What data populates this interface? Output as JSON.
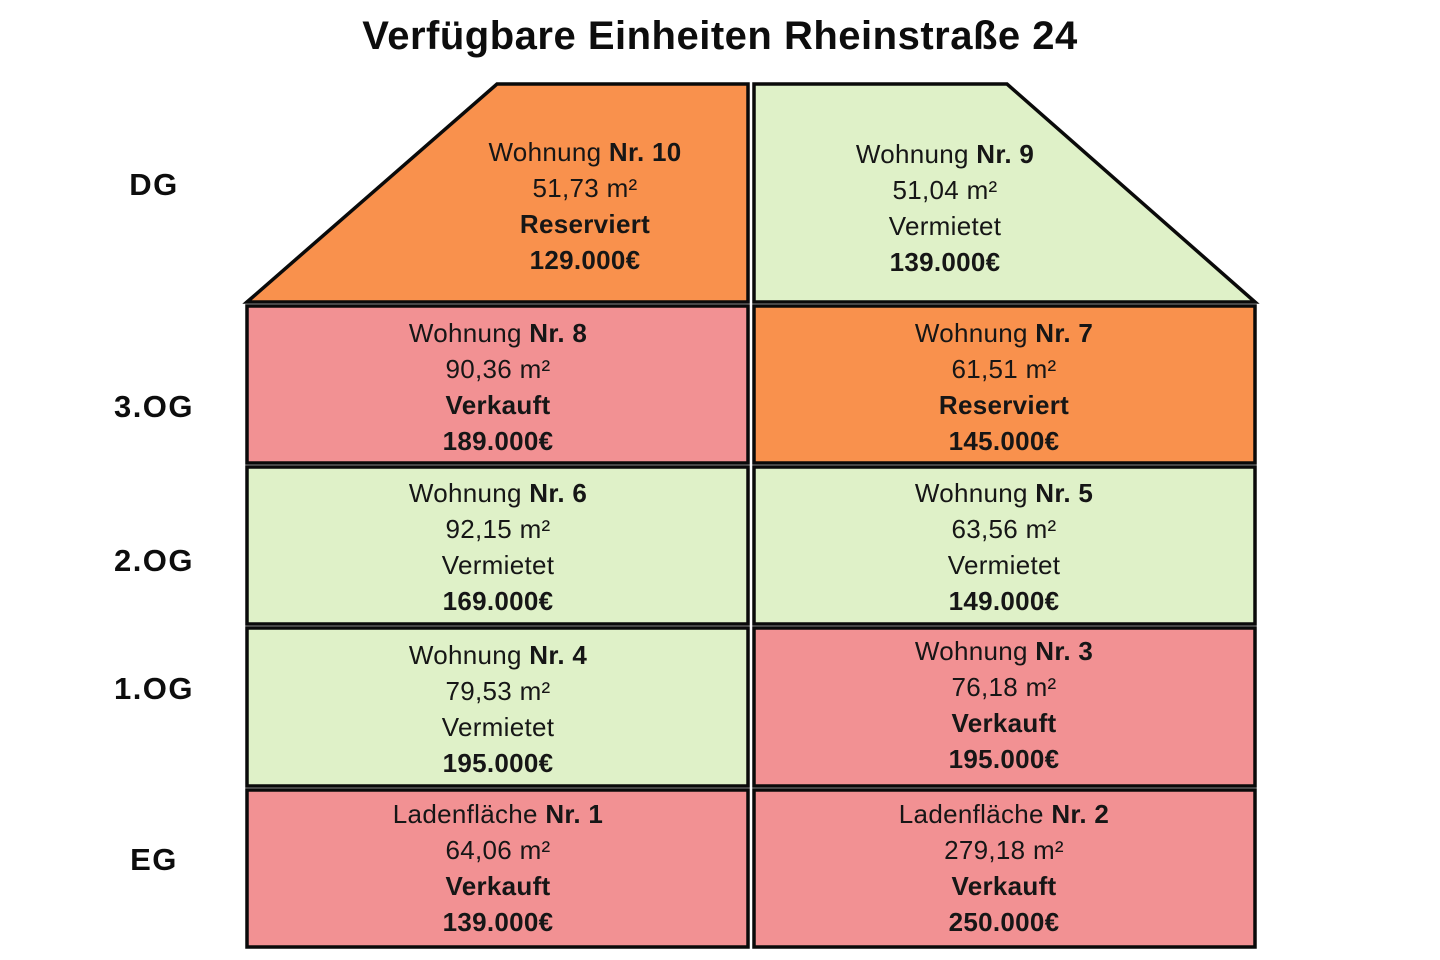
{
  "title": "Verfügbare Einheiten Rheinstraße 24",
  "colors": {
    "rented": "#dff1c8",
    "reserved": "#f9914d",
    "sold": "#f29193",
    "outline": "#0a0a0a"
  },
  "status_legend": {
    "rented_label": "Vermietet",
    "reserved_label": "Reserviert",
    "sold_label": "Verkauft"
  },
  "floors": [
    {
      "label": "DG",
      "units": [
        {
          "type": "Wohnung",
          "number": "Nr. 10",
          "area": "51,73 m²",
          "status": "Reserviert",
          "price": "129.000€",
          "status_key": "reserved"
        },
        {
          "type": "Wohnung",
          "number": "Nr. 9",
          "area": "51,04 m²",
          "status": "Vermietet",
          "price": "139.000€",
          "status_key": "rented"
        }
      ]
    },
    {
      "label": "3.OG",
      "units": [
        {
          "type": "Wohnung",
          "number": "Nr. 8",
          "area": "90,36 m²",
          "status": "Verkauft",
          "price": "189.000€",
          "status_key": "sold"
        },
        {
          "type": "Wohnung",
          "number": "Nr. 7",
          "area": "61,51 m²",
          "status": "Reserviert",
          "price": "145.000€",
          "status_key": "reserved"
        }
      ]
    },
    {
      "label": "2.OG",
      "units": [
        {
          "type": "Wohnung",
          "number": "Nr. 6",
          "area": "92,15 m²",
          "status": "Vermietet",
          "price": "169.000€",
          "status_key": "rented"
        },
        {
          "type": "Wohnung",
          "number": "Nr. 5",
          "area": "63,56 m²",
          "status": "Vermietet",
          "price": "149.000€",
          "status_key": "rented"
        }
      ]
    },
    {
      "label": "1.OG",
      "units": [
        {
          "type": "Wohnung",
          "number": "Nr. 4",
          "area": "79,53 m²",
          "status": "Vermietet",
          "price": "195.000€",
          "status_key": "rented"
        },
        {
          "type": "Wohnung",
          "number": "Nr. 3",
          "area": "76,18 m²",
          "status": "Verkauft",
          "price": "195.000€",
          "status_key": "sold"
        }
      ]
    },
    {
      "label": "EG",
      "units": [
        {
          "type": "Ladenfläche",
          "number": "Nr. 1",
          "area": "64,06 m²",
          "status": "Verkauft",
          "price": "139.000€",
          "status_key": "sold"
        },
        {
          "type": "Ladenfläche",
          "number": "Nr. 2",
          "area": "279,18 m²",
          "status": "Verkauft",
          "price": "250.000€",
          "status_key": "sold"
        }
      ]
    }
  ]
}
